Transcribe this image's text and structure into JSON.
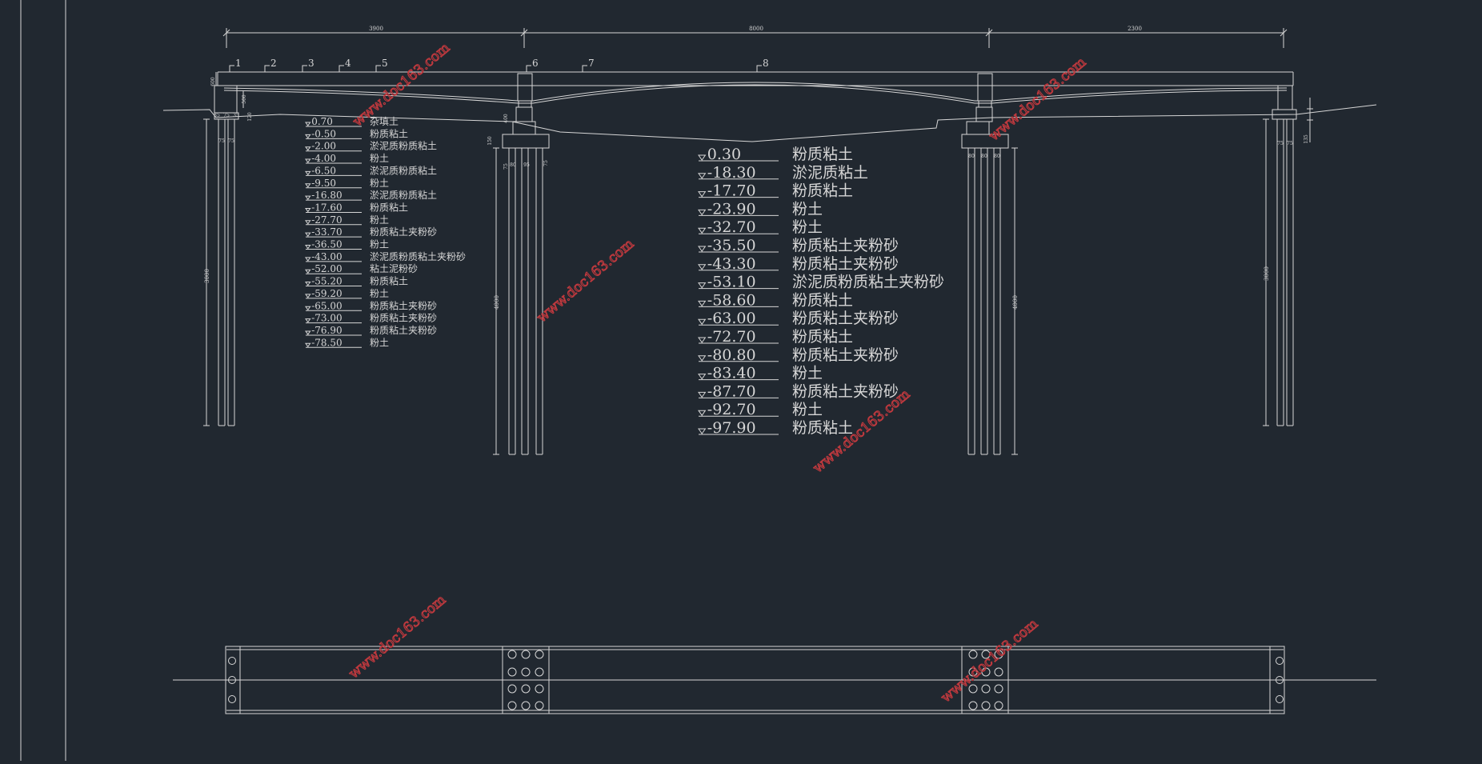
{
  "colors": {
    "background": "#212830",
    "line": "#d6d6d6",
    "watermark": "#c0393e"
  },
  "spans": [
    "3900",
    "8000",
    "2300"
  ],
  "section_marks": [
    "1",
    "2",
    "3",
    "4",
    "5",
    "6",
    "7",
    "8"
  ],
  "dims": {
    "girder_depth": "600",
    "pier_cap": "500",
    "abutment_small": "120",
    "abutment_cols": [
      "35",
      "75",
      "35"
    ],
    "abutment_spacing": [
      "75",
      "75"
    ],
    "pile_left": "3000",
    "pile_pier": "4000",
    "pile_right": "3000",
    "pier_height": "400",
    "cap_height": "150",
    "pier_spacing": [
      "75",
      "80",
      "95",
      "75"
    ],
    "right_spacing": [
      "75",
      "75"
    ],
    "right_small": "135"
  },
  "soil_left": [
    {
      "elev": "0.70",
      "name": "杂填土"
    },
    {
      "elev": "-0.50",
      "name": "粉质粘土"
    },
    {
      "elev": "-2.00",
      "name": "淤泥质粉质粘土"
    },
    {
      "elev": "-4.00",
      "name": "粉土"
    },
    {
      "elev": "-6.50",
      "name": "淤泥质粉质粘土"
    },
    {
      "elev": "-9.50",
      "name": "粉土"
    },
    {
      "elev": "-16.80",
      "name": "淤泥质粉质粘土"
    },
    {
      "elev": "-17.60",
      "name": "粉质粘土"
    },
    {
      "elev": "-27.70",
      "name": "粉土"
    },
    {
      "elev": "-33.70",
      "name": "粉质粘土夹粉砂"
    },
    {
      "elev": "-36.50",
      "name": "粉土"
    },
    {
      "elev": "-43.00",
      "name": "淤泥质粉质粘土夹粉砂"
    },
    {
      "elev": "-52.00",
      "name": "粘土泥粉砂"
    },
    {
      "elev": "-55.20",
      "name": "粉质粘土"
    },
    {
      "elev": "-59.20",
      "name": "粉土"
    },
    {
      "elev": "-65.00",
      "name": "粉质粘土夹粉砂"
    },
    {
      "elev": "-73.00",
      "name": "粉质粘土夹粉砂"
    },
    {
      "elev": "-76.90",
      "name": "粉质粘土夹粉砂"
    },
    {
      "elev": "-78.50",
      "name": "粉土"
    }
  ],
  "soil_right": [
    {
      "elev": "0.30",
      "name": "粉质粘土"
    },
    {
      "elev": "-18.30",
      "name": "淤泥质粘土"
    },
    {
      "elev": "-17.70",
      "name": "粉质粘土"
    },
    {
      "elev": "-23.90",
      "name": "粉土"
    },
    {
      "elev": "-32.70",
      "name": "粉土"
    },
    {
      "elev": "-35.50",
      "name": "粉质粘土夹粉砂"
    },
    {
      "elev": "-43.30",
      "name": "粉质粘土夹粉砂"
    },
    {
      "elev": "-53.10",
      "name": "淤泥质粉质粘土夹粉砂"
    },
    {
      "elev": "-58.60",
      "name": "粉质粘土"
    },
    {
      "elev": "-63.00",
      "name": "粉质粘土夹粉砂"
    },
    {
      "elev": "-72.70",
      "name": "粉质粘土"
    },
    {
      "elev": "-80.80",
      "name": "粉质粘土夹粉砂"
    },
    {
      "elev": "-83.40",
      "name": "粉土"
    },
    {
      "elev": "-87.70",
      "name": "粉质粘土夹粉砂"
    },
    {
      "elev": "-92.70",
      "name": "粉土"
    },
    {
      "elev": "-97.90",
      "name": "粉质粘土"
    }
  ],
  "watermark": "www.doc163.com"
}
